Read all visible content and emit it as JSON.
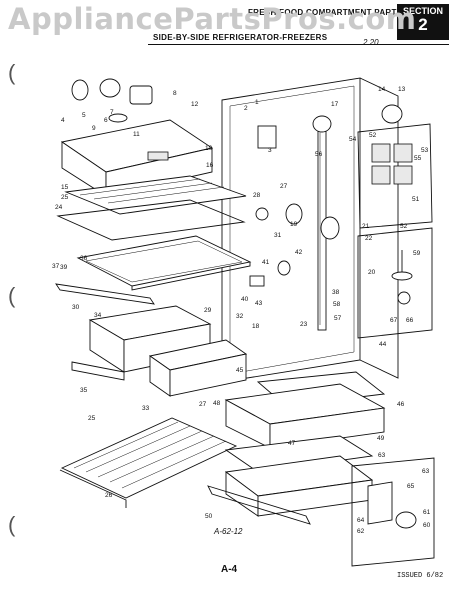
{
  "watermark": "AppliancePartsPros.com",
  "header": {
    "title": "FRESH FOOD COMPARTMENT PARTS",
    "subtitle": "SIDE-BY-SIDE REFRIGERATOR-FREEZERS",
    "code": "2.20",
    "section_label": "SECTION",
    "section_number": "2"
  },
  "figure_code": "A-62-12",
  "page_number": "A-4",
  "issued": "ISSUED 6/82",
  "callouts": [
    "1",
    "2",
    "3",
    "4",
    "5",
    "6",
    "7",
    "8",
    "9",
    "10",
    "11",
    "12",
    "13",
    "14",
    "15",
    "16",
    "17",
    "18",
    "19",
    "20",
    "21",
    "22",
    "23",
    "24",
    "25",
    "26",
    "27",
    "28",
    "29",
    "30",
    "31",
    "32",
    "33",
    "34",
    "35",
    "36",
    "37",
    "38",
    "39",
    "40",
    "41",
    "42",
    "43",
    "44",
    "45",
    "46",
    "47",
    "48",
    "49",
    "50",
    "51",
    "52",
    "53",
    "54",
    "55",
    "56",
    "57",
    "58",
    "59",
    "60",
    "61",
    "62",
    "63",
    "64",
    "65",
    "66",
    "67"
  ]
}
